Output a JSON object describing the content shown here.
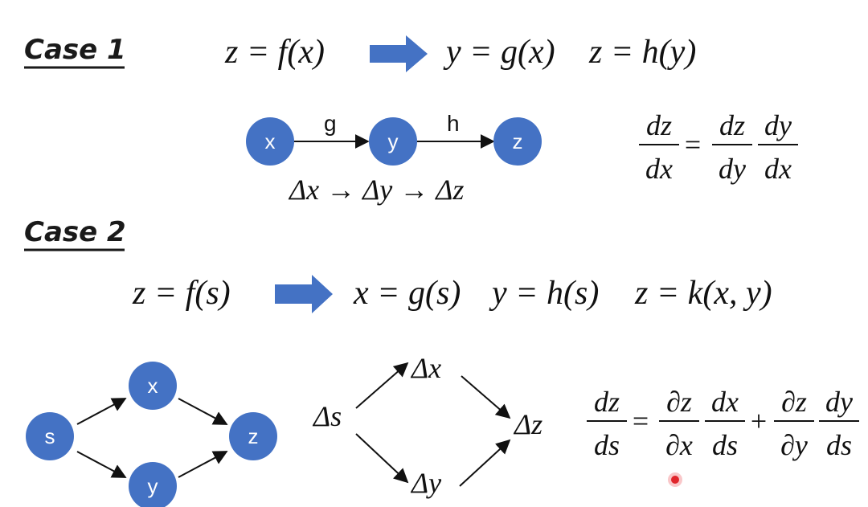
{
  "colors": {
    "node": "#4472C4",
    "arrow": "#4472C4",
    "ink": "#111111",
    "pointer": "#e0252b"
  },
  "case1": {
    "label": "Case 1",
    "formula": {
      "lhs": "z = f(x)",
      "r1": "y = g(x)",
      "r2": "z = h(y)"
    },
    "nodes": {
      "x": "x",
      "y": "y",
      "z": "z"
    },
    "edges": {
      "g": "g",
      "h": "h"
    },
    "delta_chain": "Δx → Δy → Δz",
    "rule": {
      "lhs_num": "dz",
      "lhs_den": "dx",
      "eq": "=",
      "t1_num": "dz",
      "t1_den": "dy",
      "t2_num": "dy",
      "t2_den": "dx"
    }
  },
  "case2": {
    "label": "Case 2",
    "formula": {
      "lhs": "z = f(s)",
      "r1": "x = g(s)",
      "r2": "y = h(s)",
      "r3": "z = k(x, y)"
    },
    "nodes": {
      "s": "s",
      "x": "x",
      "y": "y",
      "z": "z"
    },
    "delta": {
      "s": "Δs",
      "x": "Δx",
      "y": "Δy",
      "z": "Δz"
    },
    "rule": {
      "lhs_num": "dz",
      "lhs_den": "ds",
      "eq": "=",
      "t1_num": "∂z",
      "t1_den": "∂x",
      "t2_num": "dx",
      "t2_den": "ds",
      "plus": "+",
      "t3_num": "∂z",
      "t3_den": "∂y",
      "t4_num": "dy",
      "t4_den": "ds"
    }
  }
}
